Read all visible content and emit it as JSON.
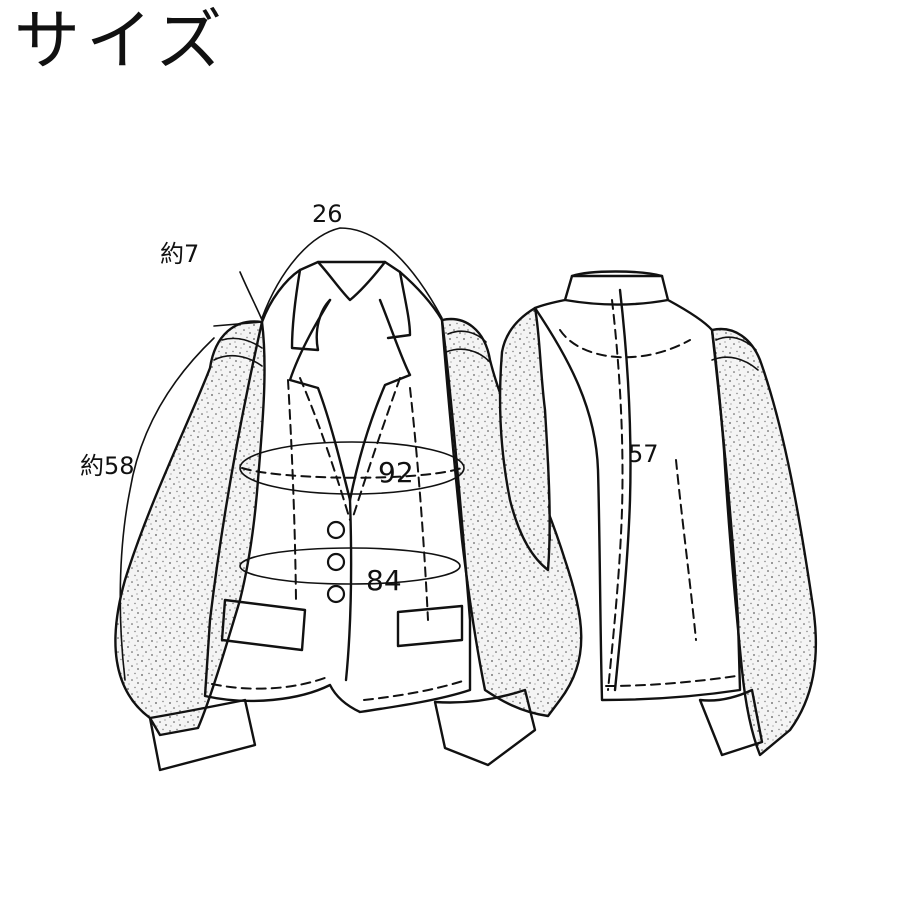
{
  "title": "サイズ",
  "measurements": {
    "shoulder_width": "26",
    "shoulder_drop": "約7",
    "sleeve_length": "約58",
    "bust": "92",
    "waist": "84",
    "back_length": "57"
  },
  "colors": {
    "ink": "#111111",
    "background": "#ffffff"
  }
}
